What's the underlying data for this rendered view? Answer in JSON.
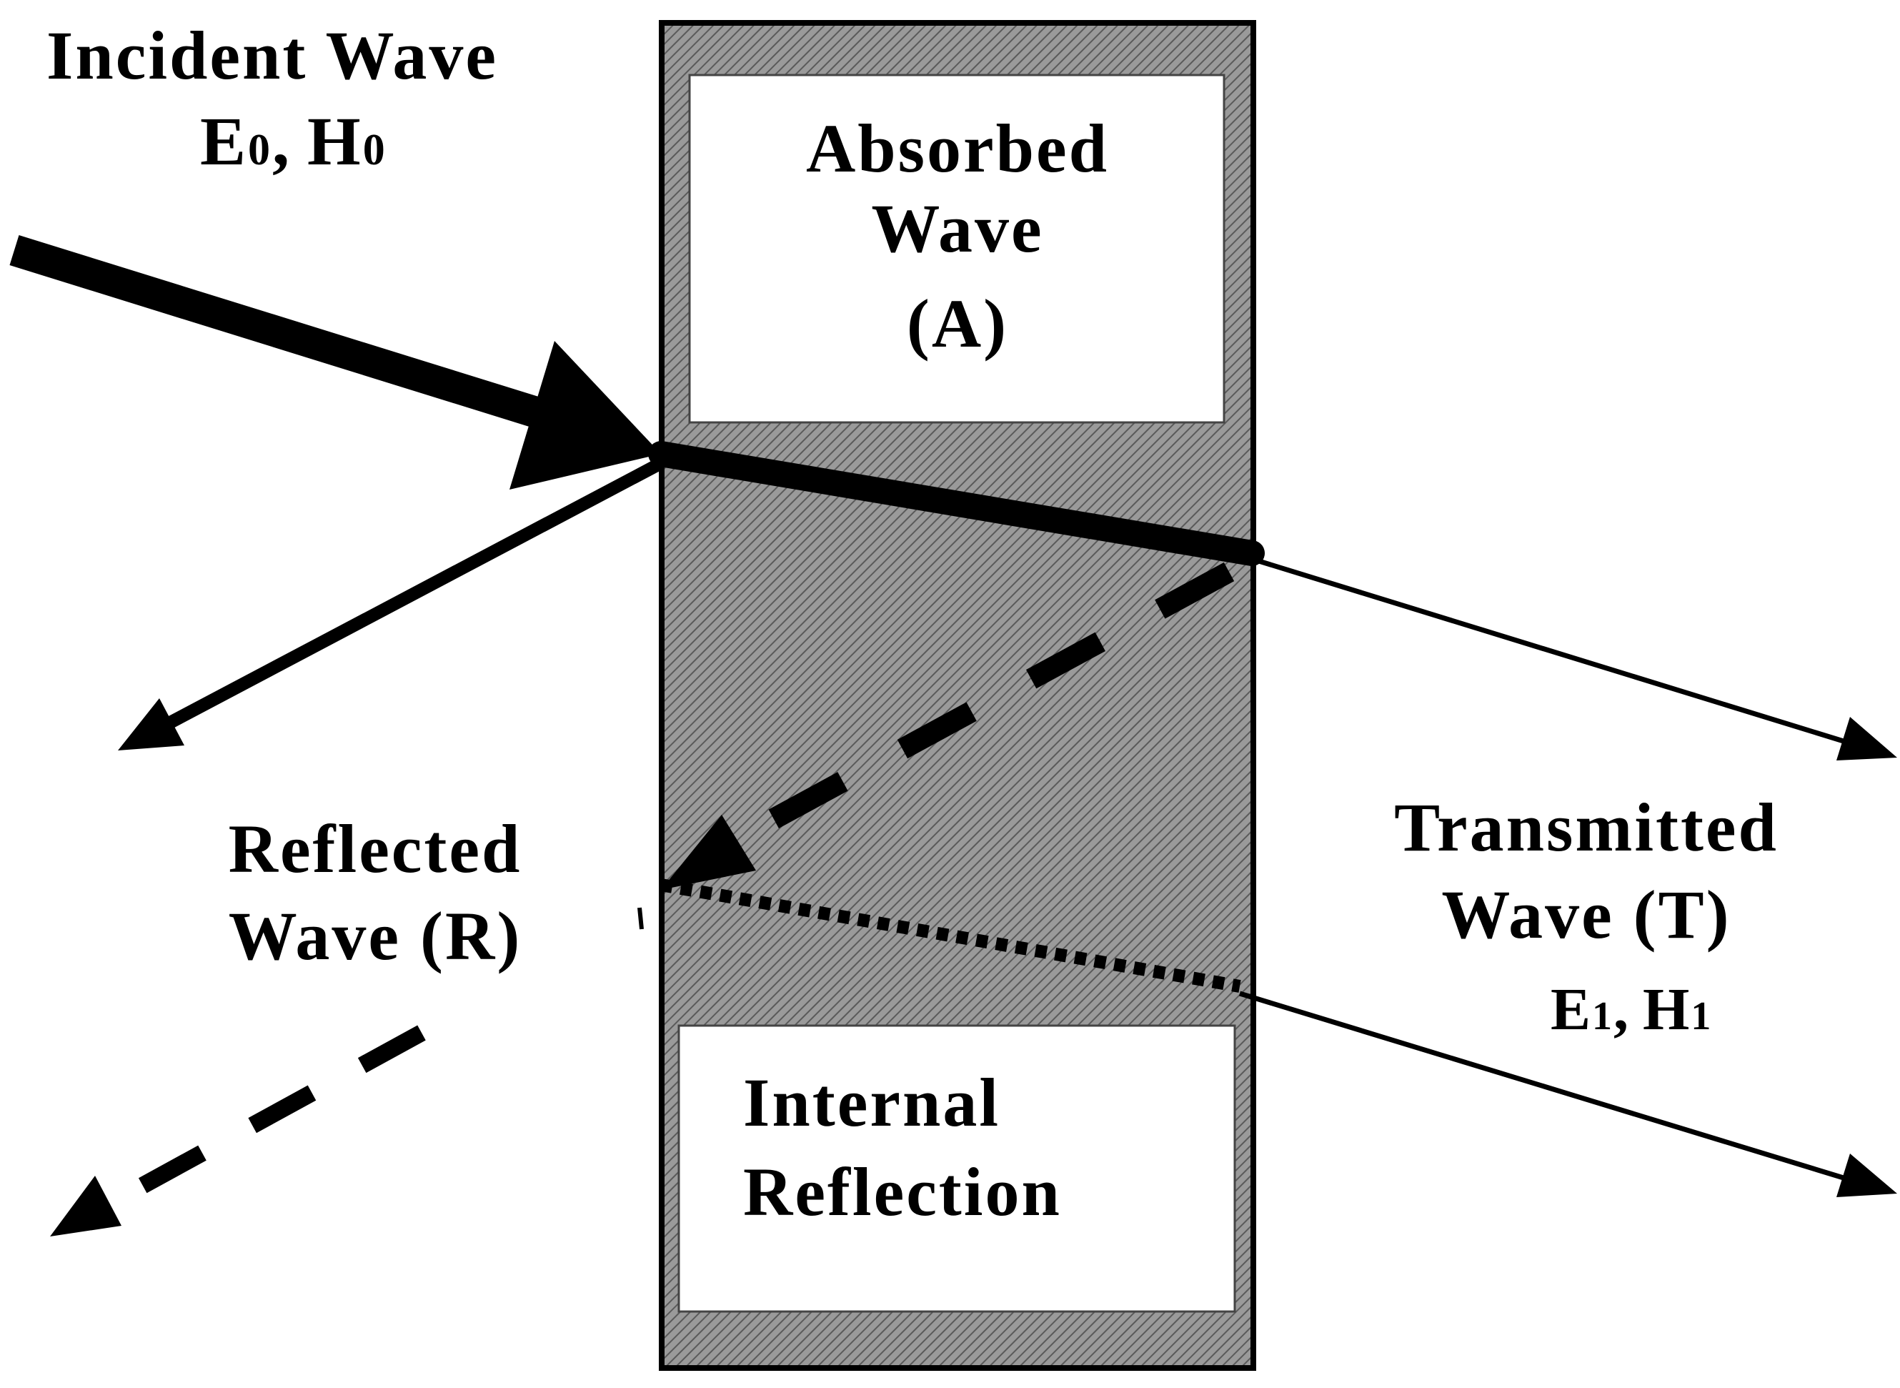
{
  "labels": {
    "incident": {
      "line1": "Incident Wave",
      "symbol_e": "E",
      "sub_e": "0",
      "comma": ",",
      "symbol_h": "H",
      "sub_h": "0"
    },
    "absorbed": {
      "line1": "Absorbed",
      "line2": "Wave",
      "line3": "(A)"
    },
    "reflected": {
      "line1": "Reflected",
      "line2": "Wave (R)"
    },
    "transmitted": {
      "line1": "Transmitted",
      "line2": "Wave (T)",
      "symbol_e": "E",
      "sub_e": "1",
      "comma": ",",
      "symbol_h": "H",
      "sub_h": "1"
    },
    "internal": {
      "line1": "Internal",
      "line2": "Reflection"
    }
  },
  "colors": {
    "ink": "#000000",
    "slab_fill": "#9a9a9a",
    "hatch_line": "#5a5a5a",
    "window": "#ffffff"
  },
  "icons": {
    "incident_arrow": "thick-arrow",
    "reflected_arrow": "arrow",
    "transmitted_arrow": "arrow",
    "secondary_reflection": "dashed-arrow",
    "internal_reflection_path": "dotted-line"
  }
}
